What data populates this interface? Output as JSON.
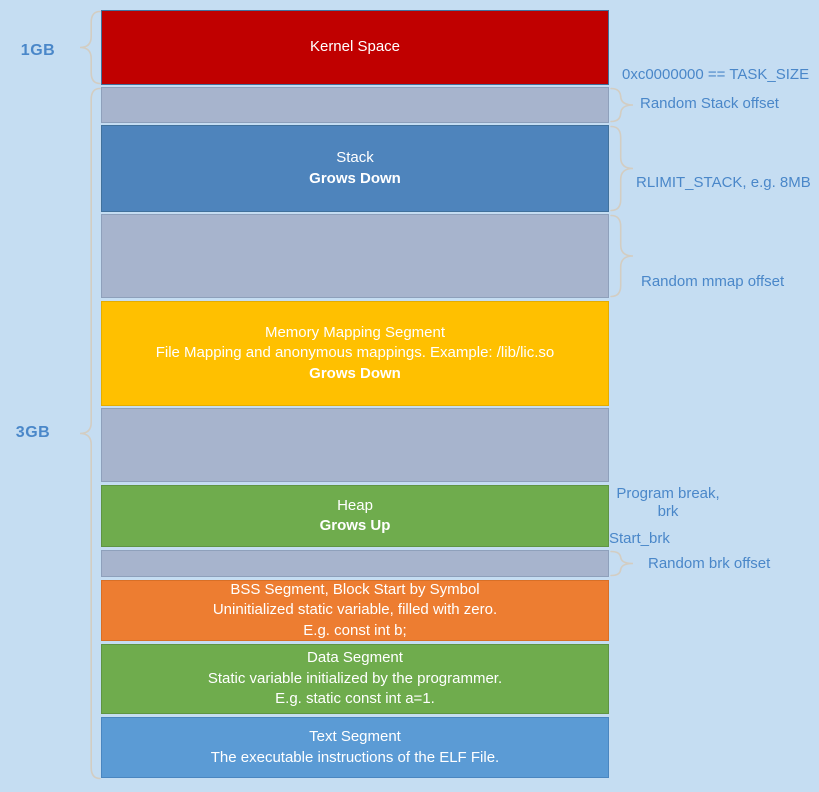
{
  "colors": {
    "background": "#c5ddf2",
    "kernel_red": "#c00000",
    "offset_gray": "#a7b4cd",
    "stack_blue": "#4e84bc",
    "mmap_yellow": "#ffc000",
    "segment_green": "#6fac4d",
    "bss_orange": "#ed7d31",
    "text_segment_blue": "#5b9bd5",
    "label_blue": "#4a87c9",
    "brace_line": "#d3cdc2",
    "block_text": "#ffffff"
  },
  "left_labels": {
    "kernel_size": "1GB",
    "user_size": "3GB"
  },
  "blocks": {
    "kernel": {
      "line1": "Kernel Space"
    },
    "stack": {
      "line1": "Stack",
      "line2": "Grows Down"
    },
    "mmap": {
      "line1": "Memory Mapping Segment",
      "line2": "File Mapping and anonymous mappings. Example: /lib/lic.so",
      "line3": "Grows Down"
    },
    "heap": {
      "line1": "Heap",
      "line2": "Grows Up"
    },
    "bss": {
      "line1": "BSS Segment, Block Start by Symbol",
      "line2": "Uninitialized static variable, filled with zero.",
      "line3": "E.g. const int b;"
    },
    "data": {
      "line1": "Data Segment",
      "line2": "Static variable initialized by the programmer.",
      "line3": "E.g. static const int a=1."
    },
    "text": {
      "line1": "Text Segment",
      "line2": "The executable instructions of the ELF File."
    }
  },
  "right_labels": {
    "task_size": "0xc0000000 == TASK_SIZE",
    "random_stack_offset": "Random Stack offset",
    "rlimit_stack": "RLIMIT_STACK, e.g. 8MB",
    "random_mmap_offset": "Random mmap offset",
    "program_break_line1": "Program break,",
    "program_break_line2": "brk",
    "start_brk": "Start_brk",
    "random_brk_offset": "Random brk offset"
  }
}
